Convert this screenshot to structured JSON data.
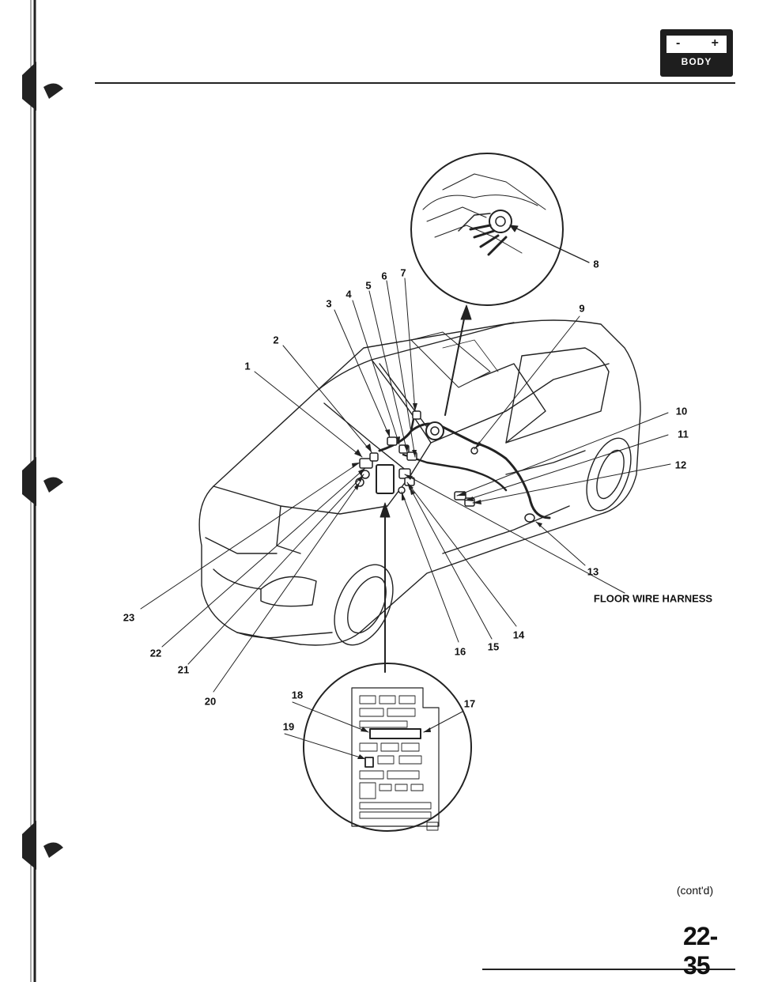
{
  "header": {
    "badge_minus": "-",
    "badge_plus": "+",
    "badge_label": "BODY"
  },
  "diagram": {
    "harness_label": "FLOOR WIRE HARNESS",
    "callouts": [
      "1",
      "2",
      "3",
      "4",
      "5",
      "6",
      "7",
      "8",
      "9",
      "10",
      "11",
      "12",
      "13",
      "14",
      "15",
      "16",
      "17",
      "18",
      "19",
      "20",
      "21",
      "22",
      "23"
    ]
  },
  "footer": {
    "continued": "(cont'd)",
    "page_number": "22-35"
  }
}
